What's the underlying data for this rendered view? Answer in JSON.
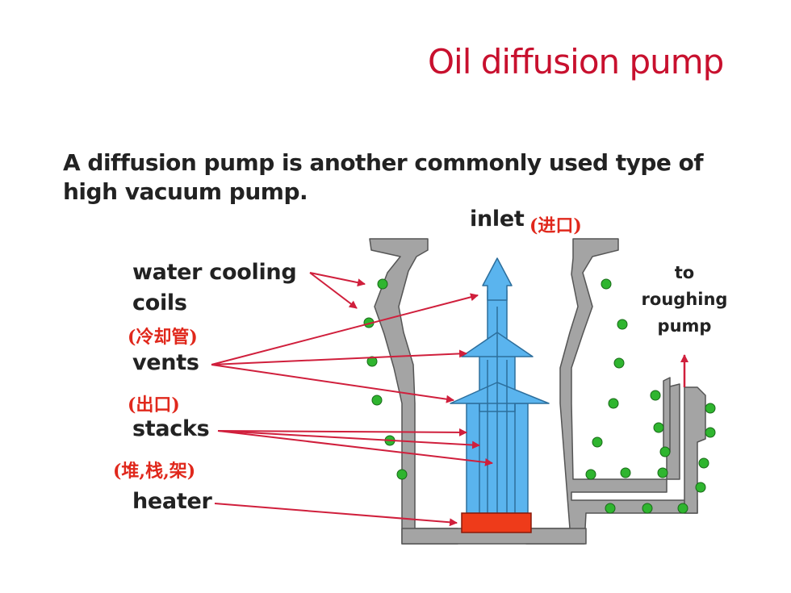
{
  "title": "Oil diffusion pump",
  "intro": "A diffusion pump is another commonly used type of high vacuum pump.",
  "labels": {
    "inlet": "inlet",
    "inlet_cn": "(进口)",
    "cooling_line1": "water cooling",
    "cooling_line2": "coils",
    "cooling_cn": "(冷却管)",
    "vents": "vents",
    "vents_cn": "(出口)",
    "stacks": "stacks",
    "stacks_cn": "(堆,栈,架)",
    "heater": "heater",
    "to": "to",
    "roughing": "roughing",
    "pump": "pump"
  },
  "colors": {
    "title": "#c8102e",
    "annotation_cn": "#e0281c",
    "arrow": "#d01f3c",
    "pump_wall": "#9a9a9a",
    "stack": "#5ab4ee",
    "heater": "#ee3b1a",
    "coil": "#2fb52f"
  }
}
